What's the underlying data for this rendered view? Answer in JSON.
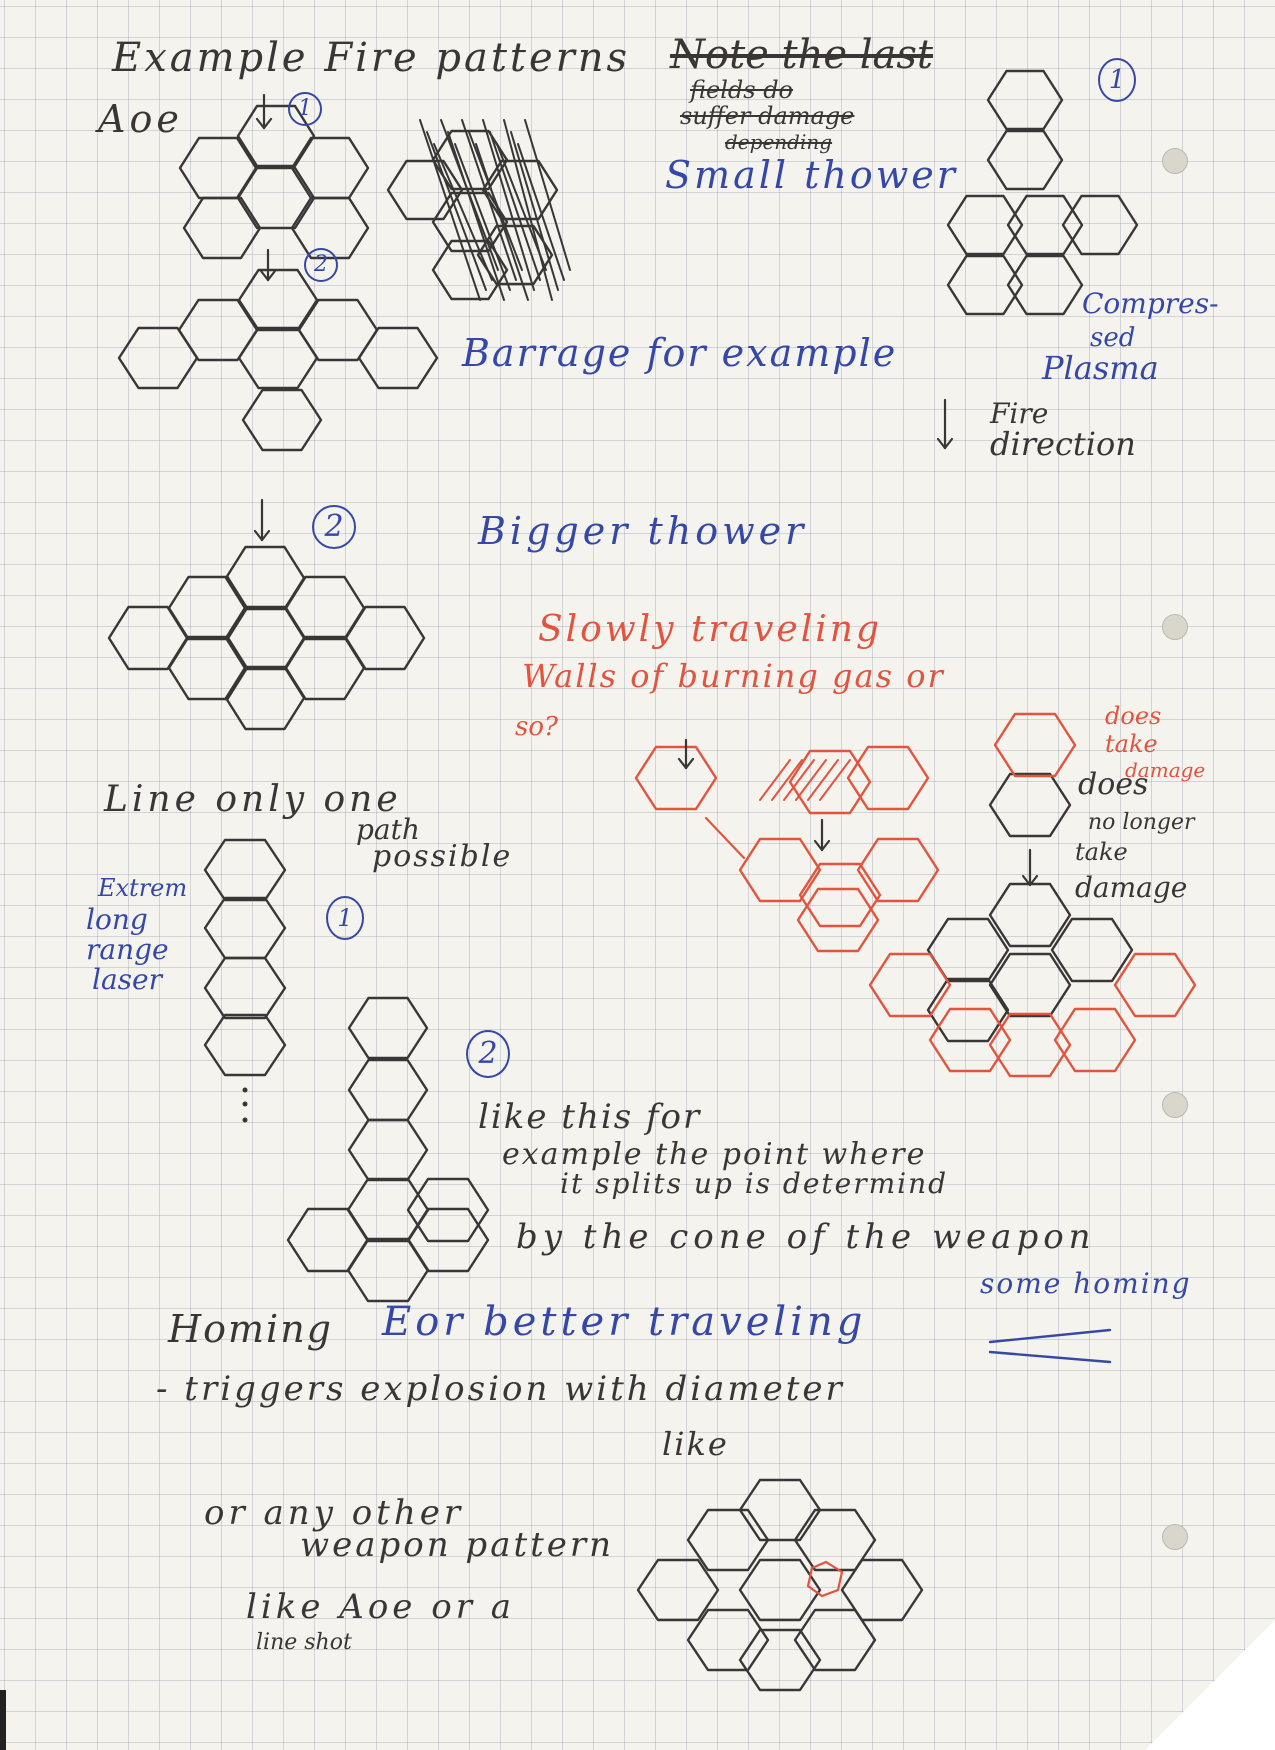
{
  "notes": {
    "header_title": "Example Fire patterns",
    "header_note_scribbled": "Note the last",
    "header_note_line2": "fields do",
    "header_note_line3": "suffer damage",
    "header_note_line4": "depending",
    "aoe_label": "Aoe",
    "small_thrower": "Small thower",
    "barrage_example": "Barrage for example",
    "compressed_plasma_1": "Compres-",
    "compressed_plasma_2": "sed",
    "compressed_plasma_3": "Plasma",
    "fire_direction_1": "Fire",
    "fire_direction_2": "direction",
    "bigger_thrower": "Bigger thower",
    "slowly_1": "Slowly traveling",
    "slowly_2": "Walls of burning gas or",
    "slowly_3": "so?",
    "does_take_1": "does",
    "does_take_2": "take",
    "does_take_3": "damage",
    "no_longer_1": "does",
    "no_longer_2": "no longer",
    "no_longer_3": "take",
    "no_longer_4": "damage",
    "line_only_1": "Line only one",
    "line_only_2": "path",
    "line_only_3": "possible",
    "laser_1": "Extrem",
    "laser_2": "long",
    "laser_3": "range",
    "laser_4": "laser",
    "split_1": "like this for",
    "split_2": "example the point where",
    "split_3": "it splits up is determind",
    "split_4": "by the cone of the weapon",
    "homing_1": "Homing",
    "homing_2": "Eor better traveling",
    "homing_3": "some homing",
    "homing_4": "- triggers explosion with diameter",
    "homing_5": "like",
    "other_1": "or any other",
    "other_2": "weapon pattern",
    "other_3": "like Aoe or a",
    "other_4": "line shot"
  },
  "badges": {
    "b1": "1",
    "b2": "2",
    "b3": "2",
    "b4": "1",
    "b5": "2",
    "b6": "1"
  },
  "colors": {
    "pencil": "#3a3636",
    "blue_ink": "#3548a8",
    "red_ink": "#e2543d",
    "paper": "#f4f3ee",
    "grid": "#8a92a6"
  }
}
